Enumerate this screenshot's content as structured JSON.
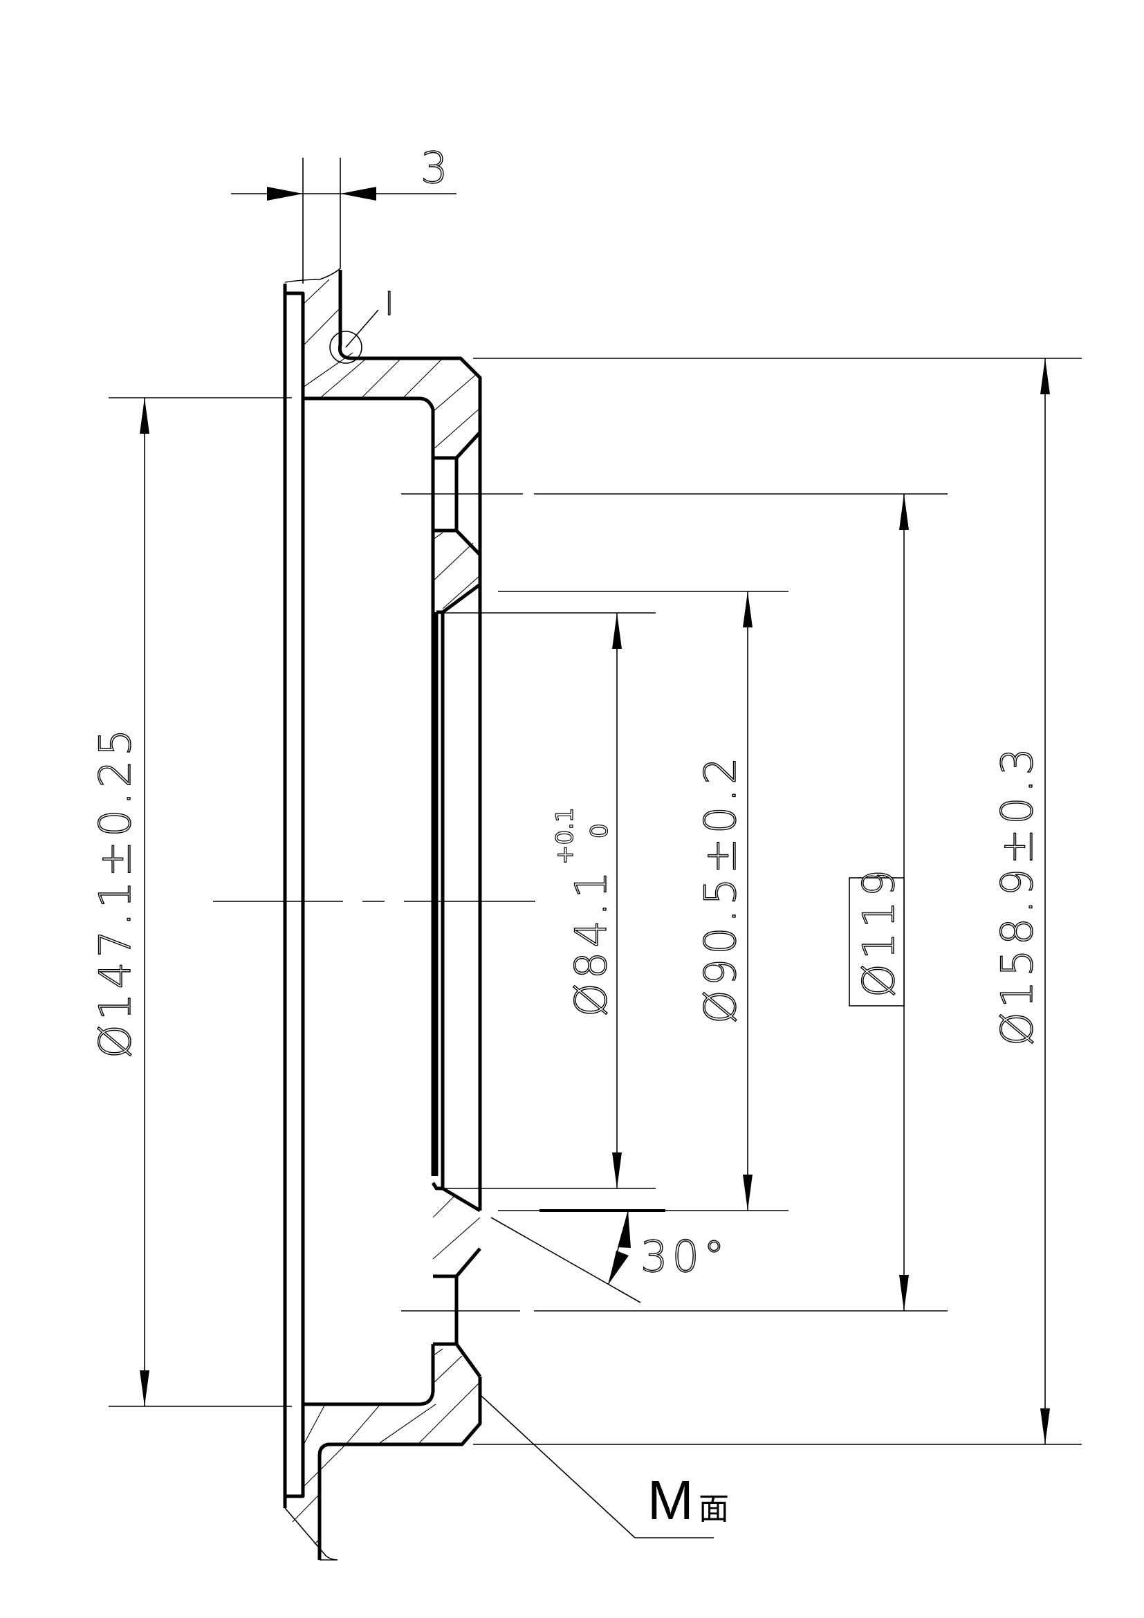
{
  "drawing": {
    "type": "mechanical-section-view",
    "line_color": "#000000",
    "background": "#ffffff"
  },
  "dimensions": {
    "thickness": {
      "value": "3"
    },
    "detail_marker": {
      "label": "I"
    },
    "dia_147": {
      "value": "Ø147.1±0.25"
    },
    "dia_84": {
      "value": "Ø84.1",
      "tol_upper": "+0.1",
      "tol_lower": "0"
    },
    "dia_90": {
      "value": "Ø90.5±0.2"
    },
    "dia_119": {
      "value": "Ø119",
      "boxed": true
    },
    "dia_158": {
      "value": "Ø158.9±0.3"
    },
    "angle": {
      "value": "30°"
    }
  },
  "callouts": {
    "surface": {
      "letter": "M",
      "suffix": "面"
    }
  }
}
